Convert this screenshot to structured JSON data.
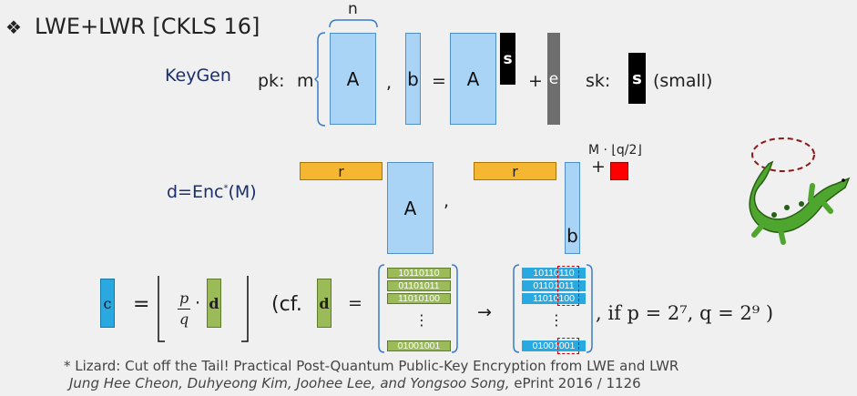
{
  "header": {
    "bullet": "❖",
    "title": "LWE+LWR [CKLS 16]"
  },
  "keygen": {
    "label": "KeyGen",
    "pk": "pk:",
    "m": "m",
    "n": "n",
    "A": "A",
    "comma": ",",
    "b": "b",
    "eq": "=",
    "s": "s",
    "plus": "+",
    "e": "e",
    "sk": "sk:",
    "small": "(small)"
  },
  "enc": {
    "label": "d=Enc",
    "star": "*",
    "arg": "(M)",
    "r": "r",
    "A": "A",
    "comma": ",",
    "b": "b",
    "plus": "+",
    "mq": "M · ⌊q/2⌋"
  },
  "formula": {
    "c": "c",
    "eq": "=",
    "p": "p",
    "q": "q",
    "dot": "·",
    "d": "d",
    "cf": "(cf.",
    "eq2": "=",
    "arrow": "→",
    "cond": ", if p = 2⁷, q = 2⁹ )",
    "bits_left": [
      "10110110",
      "01101011",
      "11010100",
      "01001001"
    ],
    "bits_right": [
      "10110110",
      "01101011",
      "11010100",
      "01001001"
    ],
    "vdots": "⋮"
  },
  "footnote": {
    "line1": "* Lizard: Cut off the Tail! Practical Post-Quantum Public-Key Encryption from LWE and LWR",
    "authors": "Jung Hee Cheon, Duhyeong Kim, Joohee Lee, and Yongsoo Song,",
    "eprint": " ePrint 2016 / 1126"
  },
  "colors": {
    "blue": "#a9d4f5",
    "orange": "#f5b731",
    "green": "#9bbb59",
    "red": "#ff0000",
    "black": "#000000",
    "cyan": "#29a9e0",
    "lizard": "#4fa62e"
  }
}
